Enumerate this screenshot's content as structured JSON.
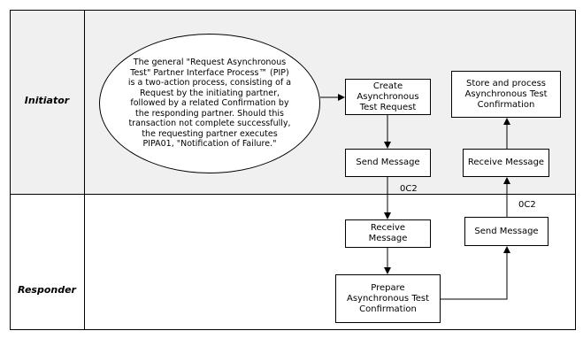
{
  "lanes": {
    "initiator": "Initiator",
    "responder": "Responder"
  },
  "note": "The general \"Request Asynchronous\nTest\" Partner Interface Process™ (PIP)\nis a two-action process, consisting of a\nRequest by the initiating partner,\nfollowed by a related Confirmation by\nthe responding partner. Should this\ntransaction not complete successfully,\nthe requesting partner executes\nPIPA01, \"Notification of Failure.\"",
  "boxes": {
    "create_request": "Create\nAsynchronous\nTest Request",
    "send_message_initiator": "Send Message",
    "store_process": "Store and process\nAsynchronous Test\nConfirmation",
    "receive_message_initiator": "Receive Message",
    "receive_message_responder": "Receive\nMessage",
    "prepare_confirmation": "Prepare\nAsynchronous Test\nConfirmation",
    "send_message_responder": "Send Message"
  },
  "codes": {
    "request_code": "0C2",
    "confirmation_code": "0C2"
  }
}
